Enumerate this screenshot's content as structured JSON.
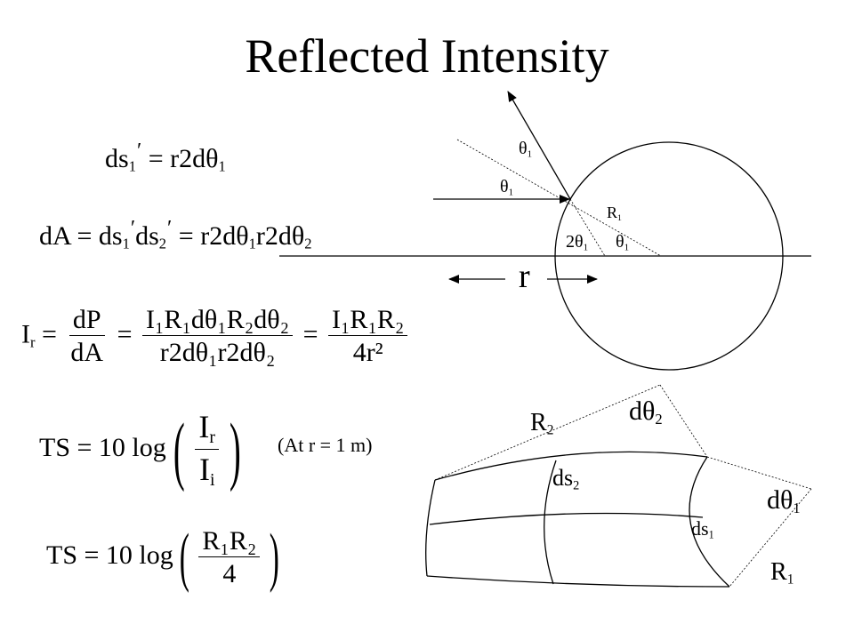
{
  "title": "Reflected Intensity",
  "equations": {
    "eq1": {
      "lhs": "ds",
      "sub1": "1",
      "rhs": "= r2dθ",
      "rsub": "1"
    },
    "eq2": {
      "text_a": "dA = ds",
      "s1": "1",
      "mid": "ds",
      "s2": "2",
      "rhs": "= r2dθ",
      "r1": "1",
      "r2": "r2dθ",
      "r3": "2"
    },
    "eq3": {
      "lhs": "I",
      "lhs_sub": "r",
      "eq": "=",
      "f1_num": "dP",
      "f1_den": "dA",
      "f2_num": "I₁R₁dθ₁R₂dθ₂",
      "f2_den": "r2dθ₁r2dθ₂",
      "f3_num": "I₁R₁R₂",
      "f3_den": "4r²"
    },
    "eq4": {
      "lhs": "TS = 10 log",
      "num": "I",
      "num_sub": "r",
      "den": "I",
      "den_sub": "i",
      "note": "(At r = 1 m)"
    },
    "eq5": {
      "lhs": "TS = 10 log",
      "num": "R₁R₂",
      "den": "4"
    }
  },
  "diagram": {
    "theta1_a": "θ",
    "theta1_b": "θ",
    "theta1_c": "θ",
    "two_theta1": "2θ",
    "sub_one": "1",
    "R1_small": "R",
    "r_label": "r",
    "R2": "R",
    "R1": "R",
    "dtheta2": "dθ",
    "dtheta1": "dθ",
    "ds2": "ds",
    "ds1": "ds",
    "sub_two": "2"
  }
}
